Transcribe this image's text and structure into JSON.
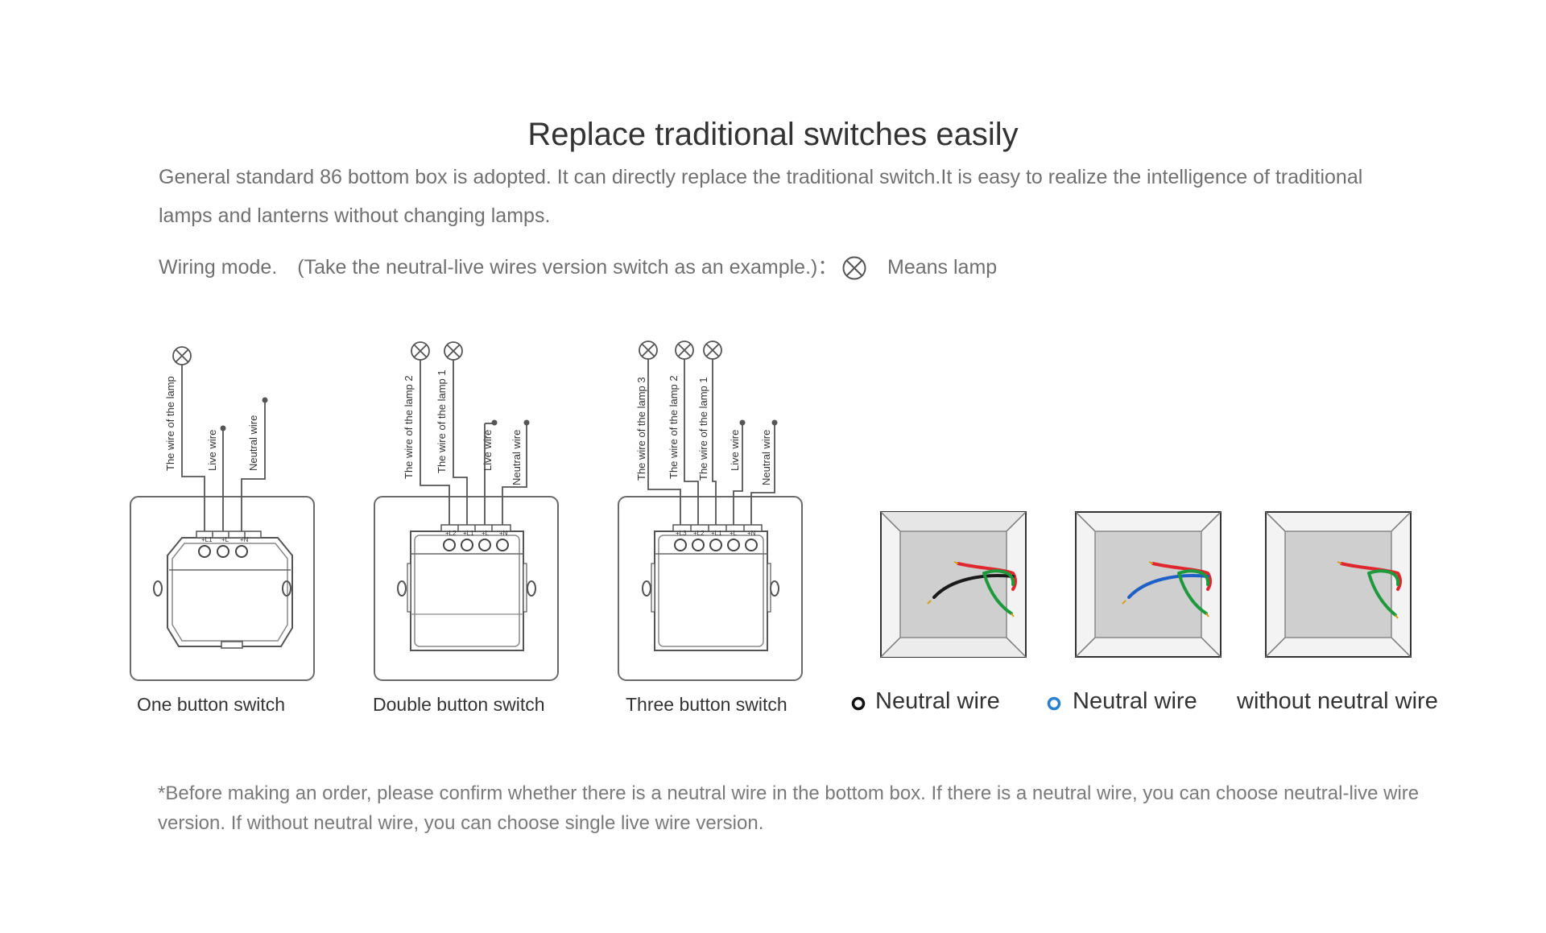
{
  "title": "Replace traditional switches easily",
  "description": "General standard 86 bottom box is adopted. It can directly replace the traditional switch.It is easy to realize the intelligence of traditional lamps and lanterns without changing lamps.",
  "wiring_mode": {
    "text": "Wiring mode.　(Take the neutral-live wires version switch as an example.)：",
    "lamp_icon": "lamp-cross-icon",
    "legend_text": "Means lamp"
  },
  "switches": [
    {
      "caption": "One button switch",
      "wire_labels": [
        "The wire of the lamp",
        "Live wire",
        "Neutral wire"
      ],
      "terminal_labels": [
        "+L1",
        "+L",
        "+N"
      ]
    },
    {
      "caption": "Double button switch",
      "wire_labels": [
        "The wire of the lamp 2",
        "The wire of the lamp 1",
        "Live wire",
        "Neutral wire"
      ],
      "terminal_labels": [
        "+L2",
        "+L1",
        "+L",
        "+N"
      ]
    },
    {
      "caption": "Three button switch",
      "wire_labels": [
        "The wire of the lamp 3",
        "The wire of the lamp 2",
        "The wire of the lamp 1",
        "Live wire",
        "Neutral wire"
      ],
      "terminal_labels": [
        "+L3",
        "+L2",
        "+L1",
        "+L",
        "+N"
      ]
    }
  ],
  "boxes": [
    {
      "legend": "Neutral wire",
      "dot_color": "#111111",
      "wires": [
        "#e0262e",
        "#1a1a1a",
        "#1e9a3c"
      ]
    },
    {
      "legend": "Neutral wire",
      "dot_color": "#2a7fd0",
      "wires": [
        "#e0262e",
        "#1f5fc8",
        "#1e9a3c"
      ]
    },
    {
      "legend": "without neutral wire",
      "dot_color": "",
      "wires": [
        "#e0262e",
        "#1e9a3c"
      ]
    }
  ],
  "note": "*Before making an order, please confirm whether there is a neutral wire in the bottom box. If there is a neutral wire, you can choose neutral-live wire version. If without neutral wire, you can choose single live wire version."
}
